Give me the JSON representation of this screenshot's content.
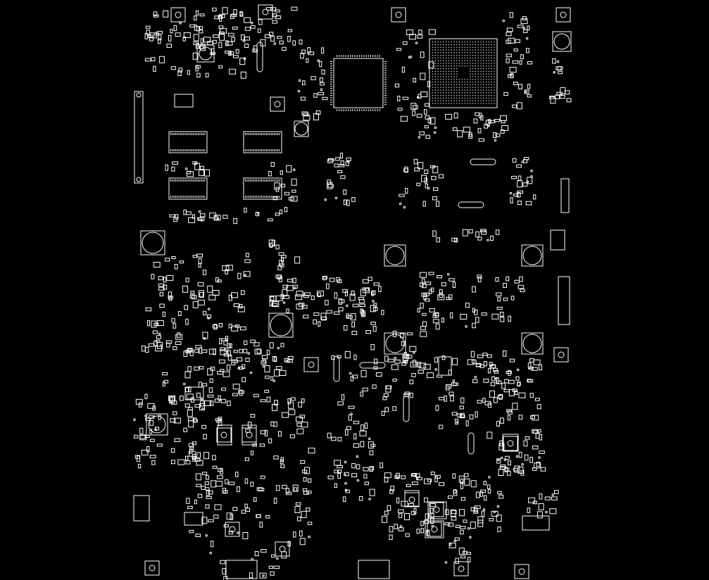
{
  "view": {
    "kind": "pcb-silkscreen-layout",
    "background_color": "#000000",
    "outline_color": "#ffffff"
  },
  "components": {
    "bga_packages": 1,
    "qfp_packages": 1,
    "tsop_memory_chips": 4,
    "large_square_pads": 10,
    "mounting_holes": 18,
    "edge_connectors": 4
  }
}
